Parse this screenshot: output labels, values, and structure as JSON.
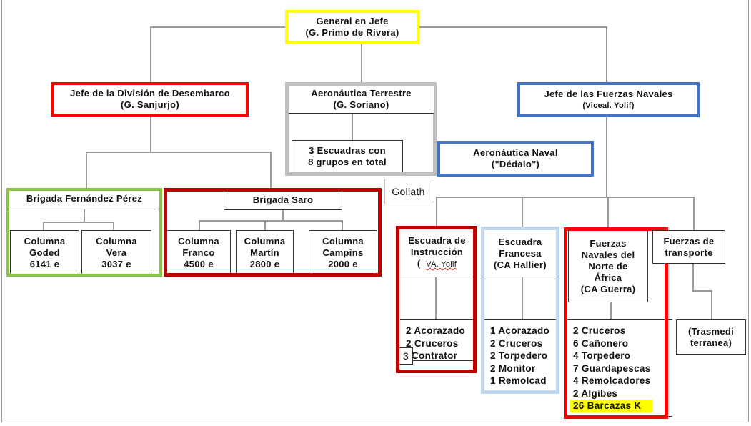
{
  "general": {
    "title": "General en Jefe",
    "name": "(G. Primo de Rivera)"
  },
  "division": {
    "title": "Jefe de la División de Desembarco",
    "name": "(G. Sanjurjo)"
  },
  "aero_terrestre": {
    "title": "Aeronáutica Terrestre",
    "name": "(G. Soriano)",
    "units": [
      "3 Escuadras con",
      "8 grupos en total"
    ]
  },
  "navales": {
    "title": "Jefe de las Fuerzas Navales",
    "name": "(Viceal. Yolif)"
  },
  "aero_naval": {
    "title": "Aeronáutica Naval",
    "name": "(\"Dédalo\")"
  },
  "goliath": "Goliath",
  "brigada_fp": {
    "title": "Brigada Fernández Pérez",
    "columns": [
      {
        "l1": "Columna",
        "l2": "Goded",
        "l3": "6141 e"
      },
      {
        "l1": "Columna",
        "l2": "Vera",
        "l3": "3037 e"
      }
    ]
  },
  "brigada_saro": {
    "title": "Brigada Saro",
    "columns": [
      {
        "l1": "Columna",
        "l2": "Franco",
        "l3": "4500 e"
      },
      {
        "l1": "Columna",
        "l2": "Martín",
        "l3": "2800 e"
      },
      {
        "l1": "Columna",
        "l2": "Campins",
        "l3": "2000 e"
      }
    ]
  },
  "instruccion": {
    "l1": "Escuadra de",
    "l2": "Instrucción",
    "l3_prefix": "(",
    "l3": "VA. Yolif",
    "items": [
      "2 Acorazado",
      "2 Cruceros",
      "Contrator"
    ],
    "badge": "3"
  },
  "francesa": {
    "l1": "Escuadra",
    "l2": "Francesa",
    "l3": "(CA Hallier)",
    "items": [
      "1 Acorazado",
      "2 Cruceros",
      "2 Torpedero",
      "2 Monitor",
      "1 Remolcad"
    ]
  },
  "norte_africa": {
    "l1": "Fuerzas",
    "l2": "Navales del",
    "l3": "Norte de",
    "l4": "África",
    "l5": "(CA Guerra)",
    "items": [
      "2 Cruceros",
      "6 Cañonero",
      "4 Torpedero",
      "7 Guardapescas",
      "4 Remolcadores",
      "2 Algibes"
    ],
    "highlight": "26 Barcazas K"
  },
  "transporte": {
    "l1": "Fuerzas de",
    "l2": "transporte",
    "sub1": "(Trasmedi",
    "sub2": "terranea)"
  },
  "colors": {
    "yellow": "#ffff00",
    "red": "#ff0000",
    "darkred": "#c00000",
    "gray": "#bfbfbf",
    "blue": "#4472c4",
    "green": "#8bc34a",
    "lightblue": "#bdd7ee"
  }
}
